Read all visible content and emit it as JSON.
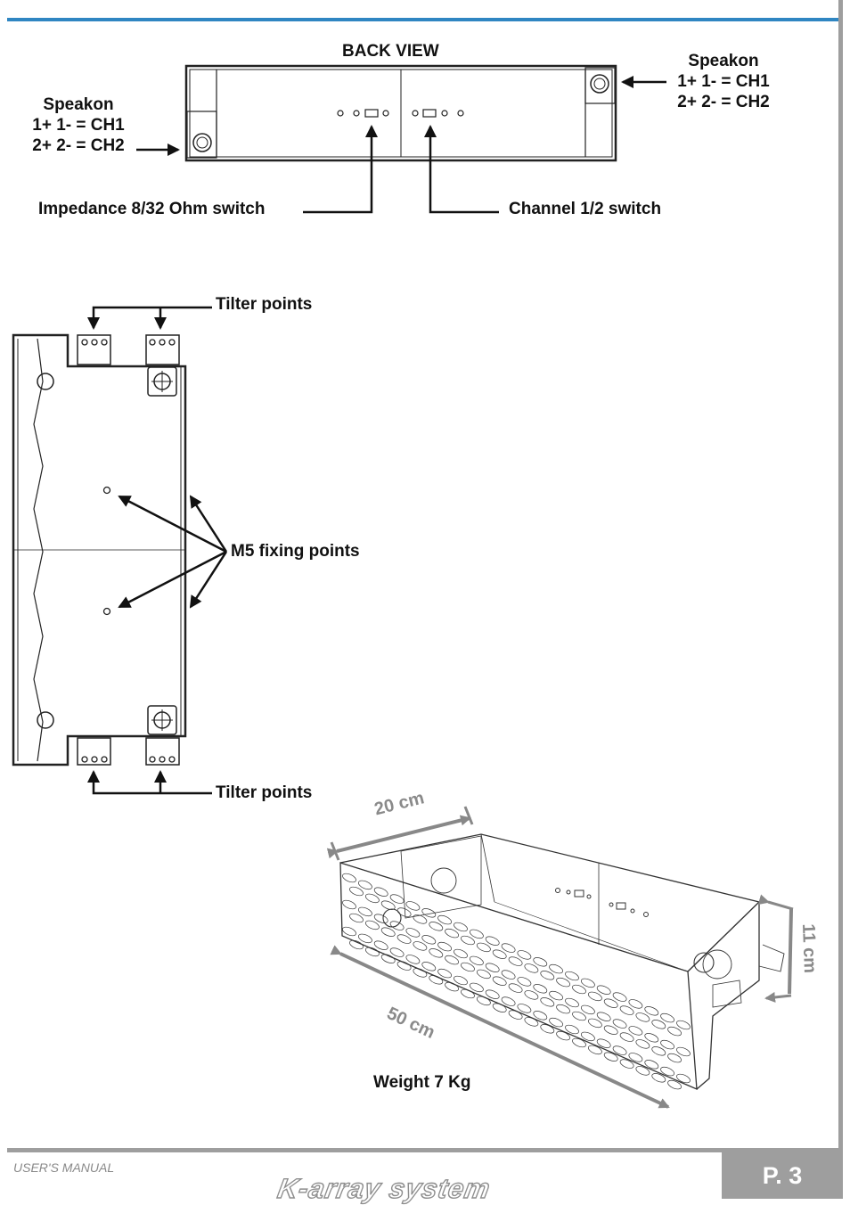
{
  "back_view": {
    "title": "BACK VIEW",
    "speakon_left": {
      "title": "Speakon",
      "line1": "1+ 1- = CH1",
      "line2": "2+ 2- = CH2"
    },
    "speakon_right": {
      "title": "Speakon",
      "line1": "1+ 1- = CH1",
      "line2": "2+ 2- = CH2"
    },
    "impedance_switch": "Impedance 8/32 Ohm switch",
    "channel_switch": "Channel 1/2 switch"
  },
  "side_view": {
    "tilter_top": "Tilter points",
    "tilter_bottom": "Tilter points",
    "m5_fixing": "M5 fixing points"
  },
  "iso_view": {
    "width": "20 cm",
    "length": "50 cm",
    "height": "11 cm",
    "weight": "Weight 7 Kg"
  },
  "footer": {
    "manual": "USER'S MANUAL",
    "brand": "K-array system",
    "page": "P. 3"
  }
}
